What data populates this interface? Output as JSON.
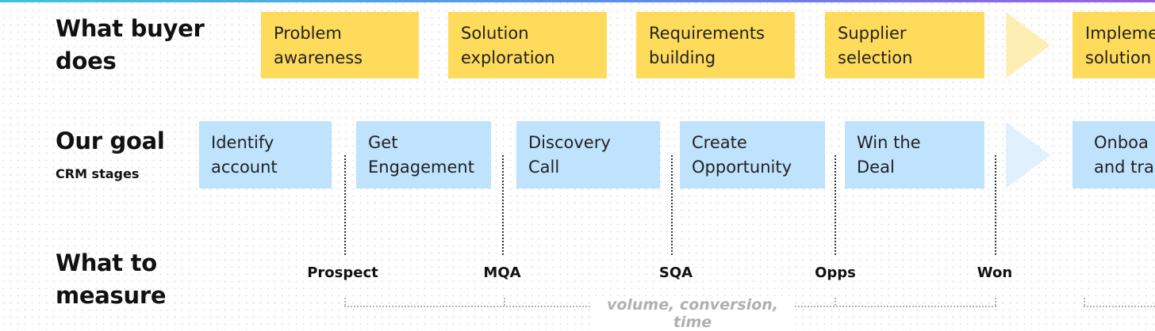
{
  "rows": {
    "buyer": {
      "label": "What buyer\ndoes"
    },
    "goal": {
      "label": "Our goal",
      "sublabel": "CRM stages"
    },
    "measure": {
      "label": "What to\nmeasure"
    }
  },
  "buyer_steps": [
    "Problem\nawareness",
    "Solution\nexploration",
    "Requirements\nbuilding",
    "Supplier\nselection",
    "Impleme\nsolution"
  ],
  "goal_steps": [
    "Identify\naccount",
    "Get\nEngagement",
    "Discovery\nCall",
    "Create\nOpportunity",
    "Win the\nDeal",
    "Onboa\nand tra"
  ],
  "stages": [
    "Prospect",
    "MQA",
    "SQA",
    "Opps",
    "Won"
  ],
  "measure_note": "volume, conversion, time",
  "colors": {
    "buyer_note": "#fedb5a",
    "goal_note": "#bfe2fd",
    "measure_note": "#b0b0b0"
  }
}
